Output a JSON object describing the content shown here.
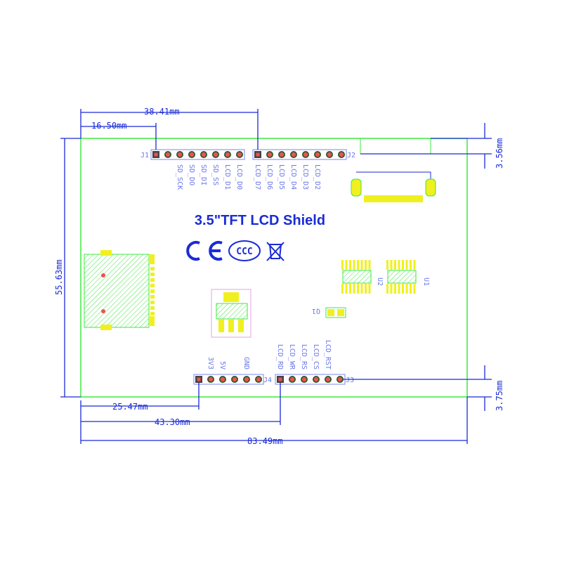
{
  "title": "3.5\"TFT LCD Shield",
  "dimensions": {
    "d1": "38.41mm",
    "d2": "16.50mm",
    "d3": "55.63mm",
    "d4": "25.47mm",
    "d5": "43.30mm",
    "d6": "83.49mm",
    "d7": "3.56mm",
    "d8": "3.75mm"
  },
  "headers": {
    "j1": {
      "name": "J1",
      "pins": 8,
      "labels": [
        "",
        "",
        "SD_SCK",
        "SD_DO",
        "SD_DI",
        "SD_SS",
        "LCD_D1",
        "LCD_D0"
      ]
    },
    "j2": {
      "name": "J2",
      "pins": 8,
      "labels": [
        "LCD_D7",
        "LCD_D6",
        "LCD_D5",
        "LCD_D4",
        "LCD_D3",
        "LCD_D2",
        "",
        ""
      ]
    },
    "j4": {
      "name": "J4",
      "pins": 6,
      "labels": [
        "",
        "3V3",
        "5V",
        "",
        "GND",
        ""
      ]
    },
    "j3": {
      "name": "J3",
      "pins": 6,
      "labels": [
        "LCD_RD",
        "LCD_WR",
        "LCD_RS",
        "LCD_CS",
        "LCD_RST",
        ""
      ]
    }
  },
  "components": {
    "u1": "U1",
    "u2": "U2",
    "q1": "Q1"
  },
  "colors": {
    "board": "#3ee83e",
    "dim": "#1a2bd6",
    "pin": "#f05050",
    "pad": "#f0f020"
  }
}
